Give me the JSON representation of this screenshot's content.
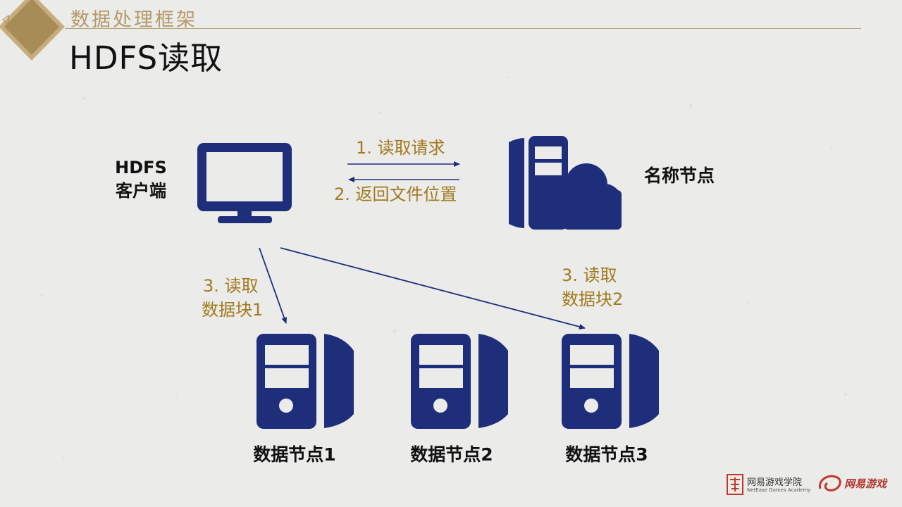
{
  "header": {
    "section": "数据处理框架",
    "title": "HDFS读取"
  },
  "diagram": {
    "client": {
      "line1": "HDFS",
      "line2": "客户端"
    },
    "namenode": {
      "label": "名称节点"
    },
    "datanodes": [
      {
        "label": "数据节点1"
      },
      {
        "label": "数据节点2"
      },
      {
        "label": "数据节点3"
      }
    ],
    "steps": {
      "request": "1. 读取请求",
      "return": "2. 返回文件位置",
      "read1_line1": "3. 读取",
      "read1_line2": "数据块1",
      "read2_line1": "3. 读取",
      "read2_line2": "数据块2"
    }
  },
  "footer": {
    "academy_cn": "网易游戏学院",
    "academy_en": "NetEase Games Academy",
    "games_logo": "网易游戏"
  },
  "colors": {
    "icon": "#1f2e7a",
    "step_text": "#a27a1f",
    "accent_gold": "#b49a68"
  }
}
